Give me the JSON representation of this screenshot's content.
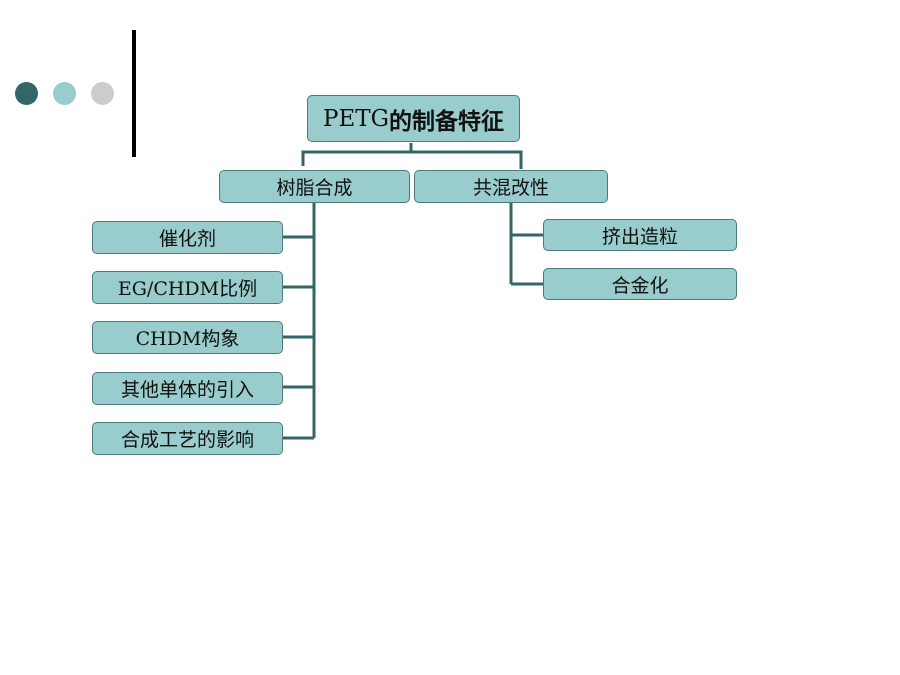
{
  "colors": {
    "dot_dark": "#336666",
    "dot_light": "#99cccc",
    "dot_grey": "#cccccc",
    "box_fill": "#99cccc",
    "box_border": "#4d7b7b",
    "connector": "#336666"
  },
  "diagram": {
    "root": {
      "label_latin": "PETG",
      "label_cjk": "的制备特征"
    },
    "branches": [
      {
        "label": "树脂合成",
        "children": [
          "催化剂",
          "EG/CHDM比例",
          "CHDM构象",
          "其他单体的引入",
          "合成工艺的影响"
        ]
      },
      {
        "label": "共混改性",
        "children": [
          "挤出造粒",
          "合金化"
        ]
      }
    ]
  }
}
